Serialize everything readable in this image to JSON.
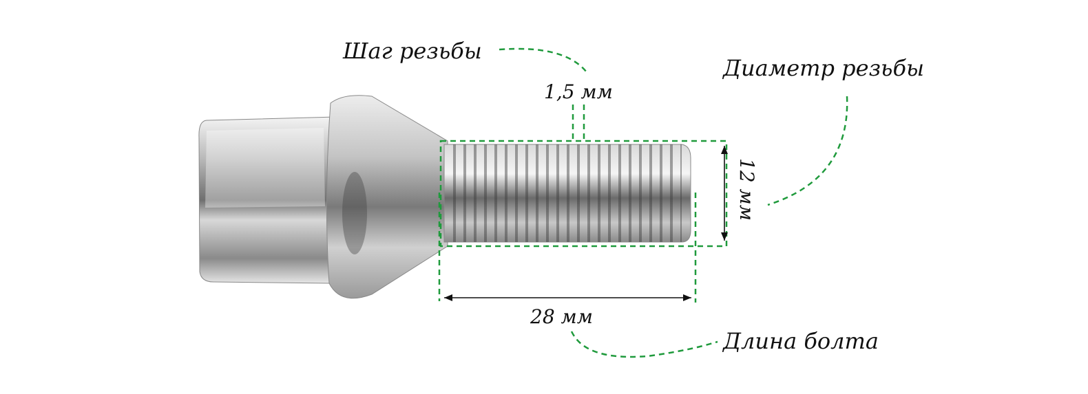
{
  "labels": {
    "thread_pitch_title": "Шаг резьбы",
    "thread_pitch_value": "1,5 мм",
    "thread_diameter_title": "Диаметр резьбы",
    "thread_diameter_value": "12 мм",
    "length_value": "28 мм",
    "length_title": "Длина болта"
  },
  "colors": {
    "dimension_line": "#1f9a3c",
    "arrow": "#111111"
  }
}
